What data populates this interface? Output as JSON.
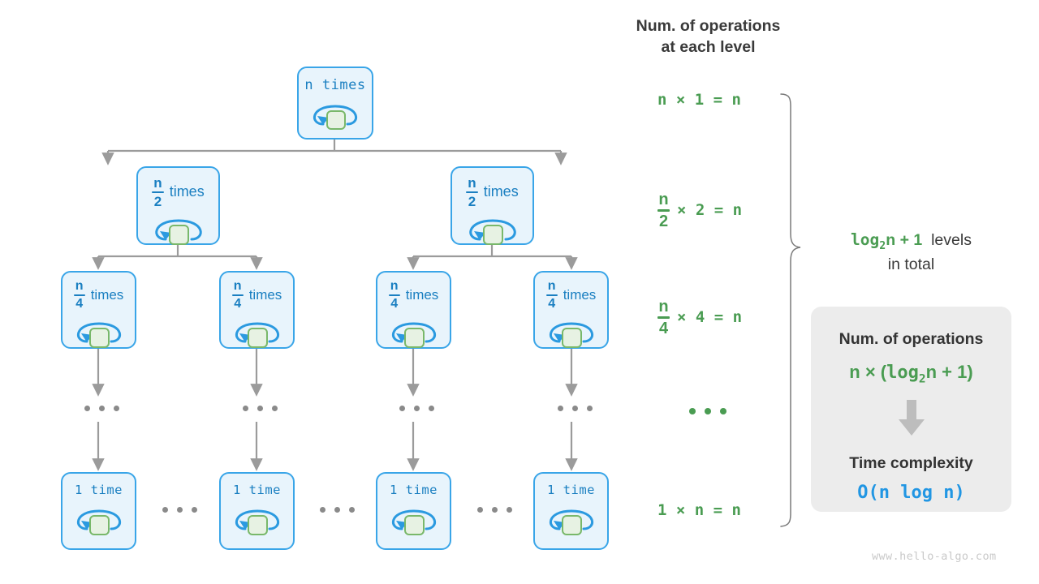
{
  "title": "Recursion tree for n log n time complexity",
  "colors": {
    "node_fill": "#e8f4fc",
    "node_border": "#39a5e8",
    "node_text": "#1a7fc1",
    "green_fill": "#e7f2e3",
    "green_border": "#79b86a",
    "op_green": "#4a9c52",
    "connector_gray": "#9b9b9b",
    "panel_bg": "#ececec",
    "blue_accent": "#2196e3",
    "dot_gray": "#8a8a8a",
    "watermark": "#c9c9c9"
  },
  "tree": {
    "levels": [
      {
        "level": 1,
        "nodes": [
          {
            "id": "root",
            "label_kind": "plain",
            "label": "n times",
            "icon": "loop-arrow-icon"
          }
        ]
      },
      {
        "level": 2,
        "nodes": [
          {
            "id": "L2a",
            "label_kind": "fraction",
            "numerator": "n",
            "denominator": "2",
            "word": "times",
            "icon": "loop-arrow-icon"
          },
          {
            "id": "L2b",
            "label_kind": "fraction",
            "numerator": "n",
            "denominator": "2",
            "word": "times",
            "icon": "loop-arrow-icon"
          }
        ]
      },
      {
        "level": 3,
        "nodes": [
          {
            "id": "L3a",
            "label_kind": "fraction",
            "numerator": "n",
            "denominator": "4",
            "word": "times",
            "icon": "loop-arrow-icon"
          },
          {
            "id": "L3b",
            "label_kind": "fraction",
            "numerator": "n",
            "denominator": "4",
            "word": "times",
            "icon": "loop-arrow-icon"
          },
          {
            "id": "L3c",
            "label_kind": "fraction",
            "numerator": "n",
            "denominator": "4",
            "word": "times",
            "icon": "loop-arrow-icon"
          },
          {
            "id": "L3d",
            "label_kind": "fraction",
            "numerator": "n",
            "denominator": "4",
            "word": "times",
            "icon": "loop-arrow-icon"
          }
        ]
      },
      {
        "level": 4,
        "ellipsis": "• • •",
        "nodes": []
      },
      {
        "level": 5,
        "nodes": [
          {
            "id": "L5a",
            "label_kind": "plain",
            "label": "1 time",
            "icon": "loop-arrow-icon"
          },
          {
            "id": "L5b",
            "label_kind": "plain",
            "label": "1 time",
            "icon": "loop-arrow-icon"
          },
          {
            "id": "L5c",
            "label_kind": "plain",
            "label": "1 time",
            "icon": "loop-arrow-icon"
          },
          {
            "id": "L5d",
            "label_kind": "plain",
            "label": "1 time",
            "icon": "loop-arrow-icon"
          }
        ]
      }
    ]
  },
  "ops_column": {
    "title_line1": "Num. of operations",
    "title_line2": "at each level",
    "rows": [
      {
        "kind": "plain",
        "text": "n × 1 = n"
      },
      {
        "kind": "fraction",
        "numerator": "n",
        "denominator": "2",
        "rest": "× 2 = n"
      },
      {
        "kind": "fraction",
        "numerator": "n",
        "denominator": "4",
        "rest": "× 4 = n"
      },
      {
        "kind": "dots",
        "text": "• • •"
      },
      {
        "kind": "plain",
        "text": "1 × n = n"
      }
    ]
  },
  "levels_note": {
    "formula_mono": "log",
    "formula_sub": "2",
    "formula_tail": "n + 1",
    "word": "levels",
    "line2": "in total"
  },
  "result_panel": {
    "head1": "Num. of operations",
    "formula_prefix": "n × (",
    "formula_log": "log",
    "formula_sub": "2",
    "formula_tail": "n + 1)",
    "arrow": "arrow-down-icon",
    "head2": "Time complexity",
    "big_o": "O(n log n)"
  },
  "watermark": "www.hello-algo.com"
}
